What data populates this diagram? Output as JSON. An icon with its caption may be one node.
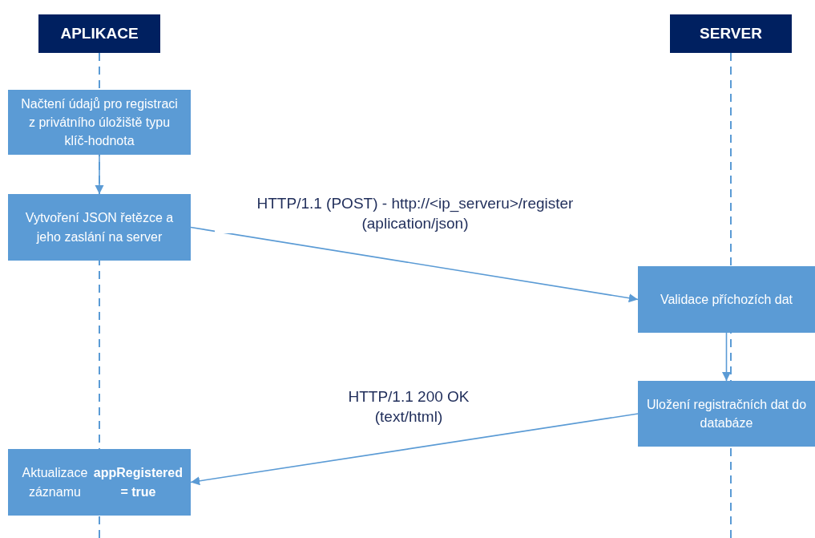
{
  "diagram": {
    "nodes": [
      {
        "text": [
          "APLIKACE"
        ]
      },
      {
        "text": [
          "SERVER"
        ]
      },
      {
        "text": [
          "Načtení údajů pro registraci z privátního úložiště typu klíč-hodnota"
        ]
      },
      {
        "text": [
          "Vytvoření JSON řetězce a jeho zaslání na server"
        ]
      },
      {
        "text": [
          "Validace příchozích dat"
        ]
      },
      {
        "text": [
          "Uložení registračních dat do databáze"
        ]
      },
      {
        "text": [
          "Aktualizace záznamu **appRegistered = true**"
        ]
      }
    ],
    "edges": [
      {
        "from": 2,
        "to": 3,
        "arrow": "to"
      },
      {
        "from": 3,
        "to": 4,
        "arrow": "to",
        "label": "HTTP/1.1 (POST) - http://<ip_serveru>/register (aplication/json)"
      },
      {
        "from": 4,
        "to": 5,
        "arrow": "to"
      },
      {
        "from": 5,
        "to": 6,
        "arrow": "to",
        "label": "HTTP/1.1 200 OK (text/html)"
      }
    ]
  }
}
